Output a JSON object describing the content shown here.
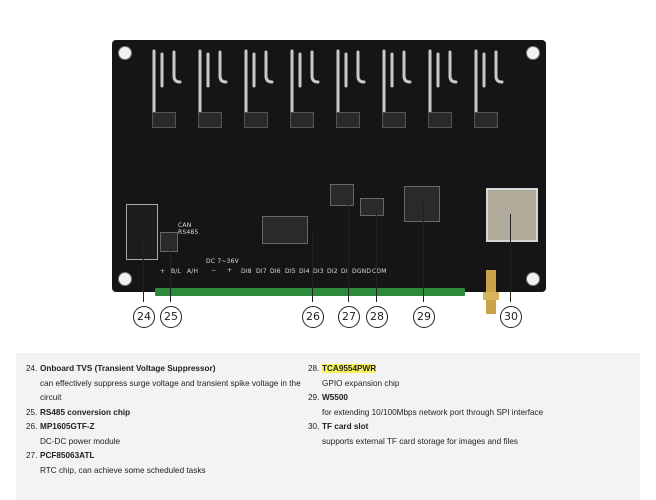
{
  "board": {
    "silk_can": "CAN",
    "silk_rs485": "RS485",
    "silk_dc": "DC 7~36V",
    "pins": [
      "+",
      "B/L",
      "A/H",
      "−",
      "+",
      "DI8",
      "DI7",
      "DI6",
      "DI5",
      "DI4",
      "DI3",
      "DI2",
      "DI",
      "DGND",
      "COM"
    ]
  },
  "callouts": [
    "24",
    "25",
    "26",
    "27",
    "28",
    "29",
    "30"
  ],
  "items": [
    {
      "num": "24.",
      "name": "Onboard TVS (Transient Voltage Suppressor)",
      "desc": "can effectively suppress surge voltage and transient spike voltage in the circuit"
    },
    {
      "num": "25.",
      "name": "RS485 conversion chip",
      "desc": ""
    },
    {
      "num": "26.",
      "name": "MP1605GTF-Z",
      "desc": "DC-DC power module"
    },
    {
      "num": "27.",
      "name": "PCF85063ATL",
      "desc": "RTC chip, can achieve some scheduled tasks"
    },
    {
      "num": "28.",
      "name": "TCA9554PWR",
      "desc": "GPIO expansion chip"
    },
    {
      "num": "29.",
      "name": "W5500",
      "desc": "for extending 10/100Mbps network port through SPI interface"
    },
    {
      "num": "30.",
      "name": "TF card slot",
      "desc": "supports external TF card storage for images and files"
    }
  ],
  "colors": {
    "highlight": "#f7f35c",
    "panel": "#f3f3f3",
    "pcb": "#151515",
    "terminal": "#2e8a3a"
  }
}
